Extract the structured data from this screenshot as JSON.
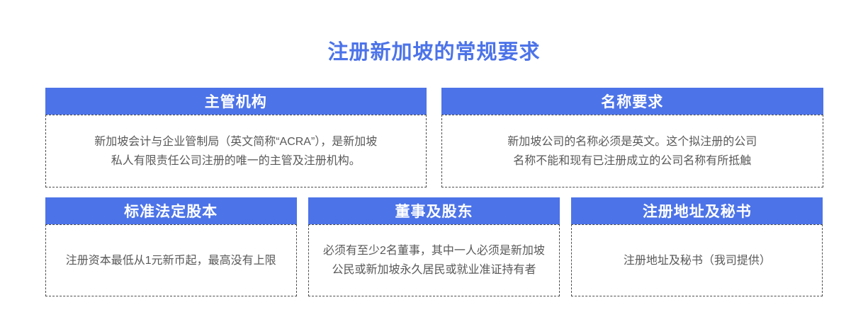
{
  "page_title": "注册新加坡的常规要求",
  "colors": {
    "accent_blue": "#4c73e8",
    "header_text": "#ffffff",
    "body_text": "#595959",
    "dashed_border": "#4d4d4d",
    "background": "#ffffff"
  },
  "rows": [
    {
      "cards": [
        {
          "title": "主管机构",
          "body": "新加坡会计与企业管制局（英文简称“ACRA”），是新加坡\n私人有限责任公司注册的唯一的主管及注册机构。"
        },
        {
          "title": "名称要求",
          "body": "新加坡公司的名称必须是英文。这个拟注册的公司\n名称不能和现有已注册成立的公司名称有所抵触"
        }
      ]
    },
    {
      "cards": [
        {
          "title": "标准法定股本",
          "body": "注册资本最低从1元新币起，最高没有上限"
        },
        {
          "title": "董事及股东",
          "body": "必须有至少2名董事，其中一人必须是新加坡\n公民或新加坡永久居民或就业准证持有者"
        },
        {
          "title": "注册地址及秘书",
          "body": "注册地址及秘书（我司提供）"
        }
      ]
    }
  ]
}
